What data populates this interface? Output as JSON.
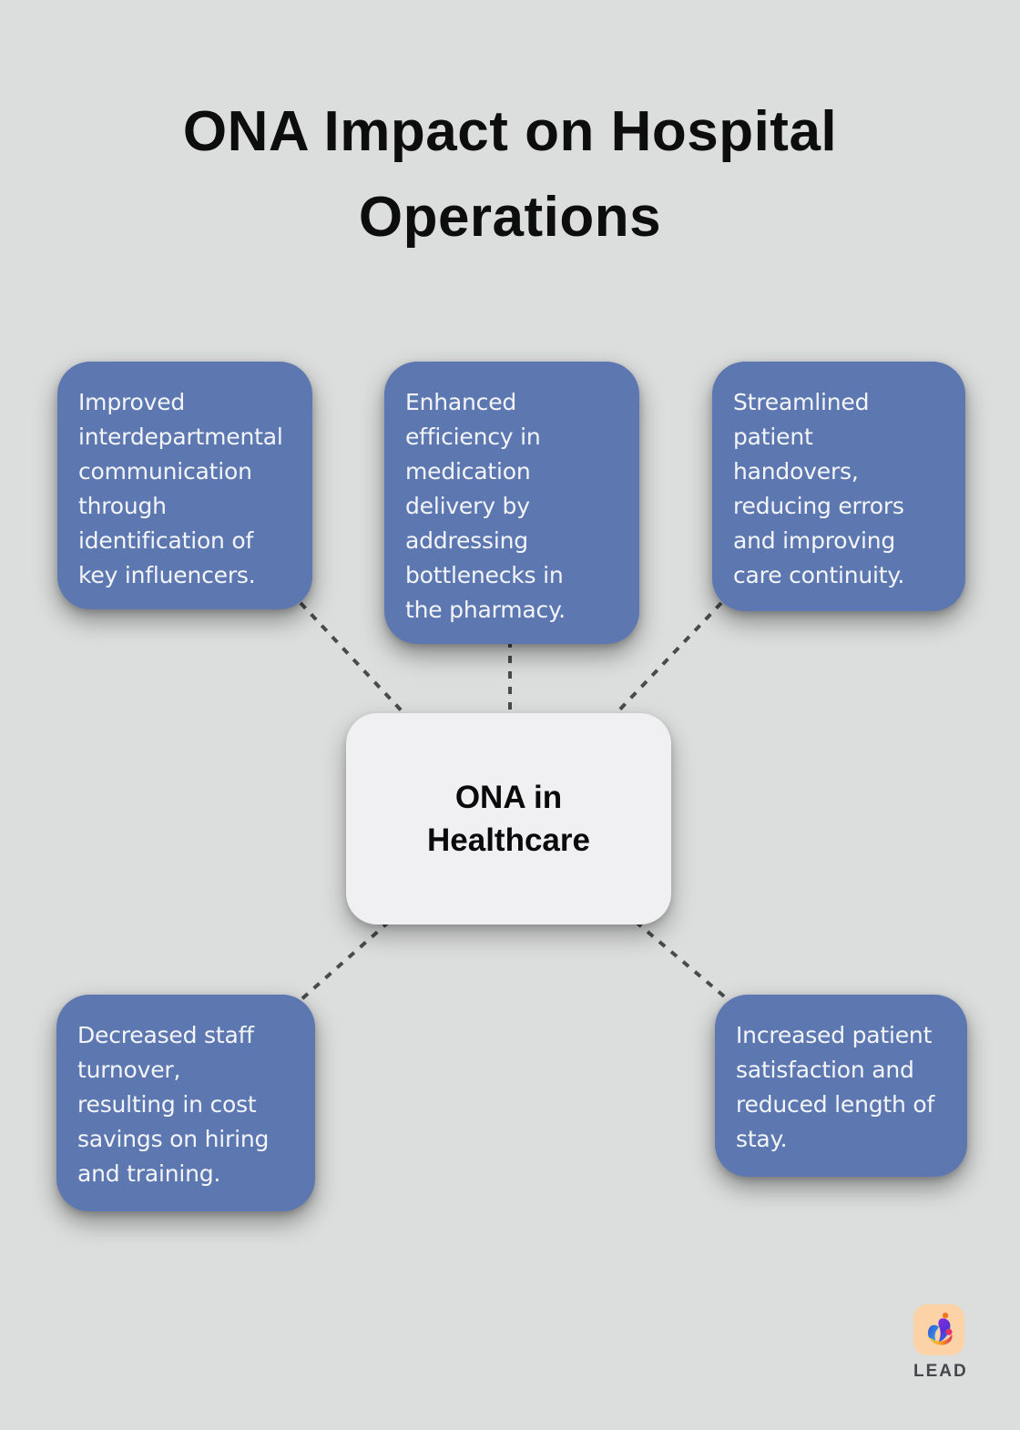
{
  "title": "ONA Impact on Hospital\nOperations",
  "center": {
    "label": "ONA in\nHealthcare"
  },
  "branches": [
    {
      "id": "top-left",
      "text": "Improved\ninterdepartmental\ncommunication\nthrough\nidentification of\nkey influencers."
    },
    {
      "id": "top-center",
      "text": "Enhanced\nefficiency in\nmedication\ndelivery by\naddressing\nbottlenecks in\nthe pharmacy."
    },
    {
      "id": "top-right",
      "text": "Streamlined\npatient\nhandovers,\nreducing errors\nand improving\ncare continuity."
    },
    {
      "id": "bottom-left",
      "text": "Decreased staff\nturnover,\nresulting in cost\nsavings on hiring\nand training."
    },
    {
      "id": "bottom-right",
      "text": "Increased patient\nsatisfaction and\nreduced length of\nstay."
    }
  ],
  "branding": {
    "label": "LEAD",
    "icon": "lead-swirl-i-icon"
  },
  "colors": {
    "background": "#dcdddd",
    "branch_fill": "#5d78b1",
    "branch_text": "#f3f5f9",
    "center_fill": "#f0f0f2",
    "center_text": "#0a0a0a",
    "title_text": "#0d0d0d",
    "connector": "#4a4a4a",
    "logo_background": "#fbd3a6",
    "logo_label_color": "#43474b"
  }
}
